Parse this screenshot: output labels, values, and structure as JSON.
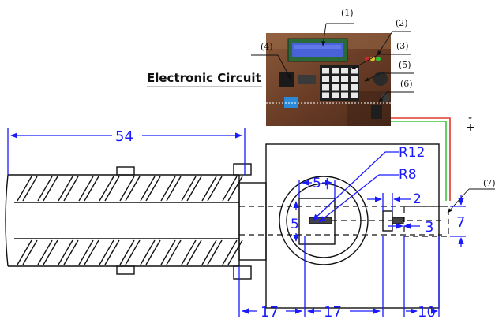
{
  "title": "Electronic Circuit",
  "callouts": [
    "(1)",
    "(2)",
    "(3)",
    "(4)",
    "(5)",
    "(6)",
    "(7)"
  ],
  "polarity": {
    "minus": "-",
    "plus": "+"
  },
  "dimensions": {
    "overall_length": "54",
    "r12": "R12",
    "r8": "R8",
    "slot_width": "5",
    "slot_height": "5",
    "gap_2": "2",
    "gap_3": "3",
    "height_7": "7",
    "seg1": "17",
    "seg2": "17",
    "seg3": "10"
  },
  "colors": {
    "dimension_blue": "#1a1aff",
    "wire_green": "#3cc83c",
    "wire_red": "#e03a2a",
    "pcb_brown": "#7a4a2e"
  },
  "keypad_keys": 16
}
